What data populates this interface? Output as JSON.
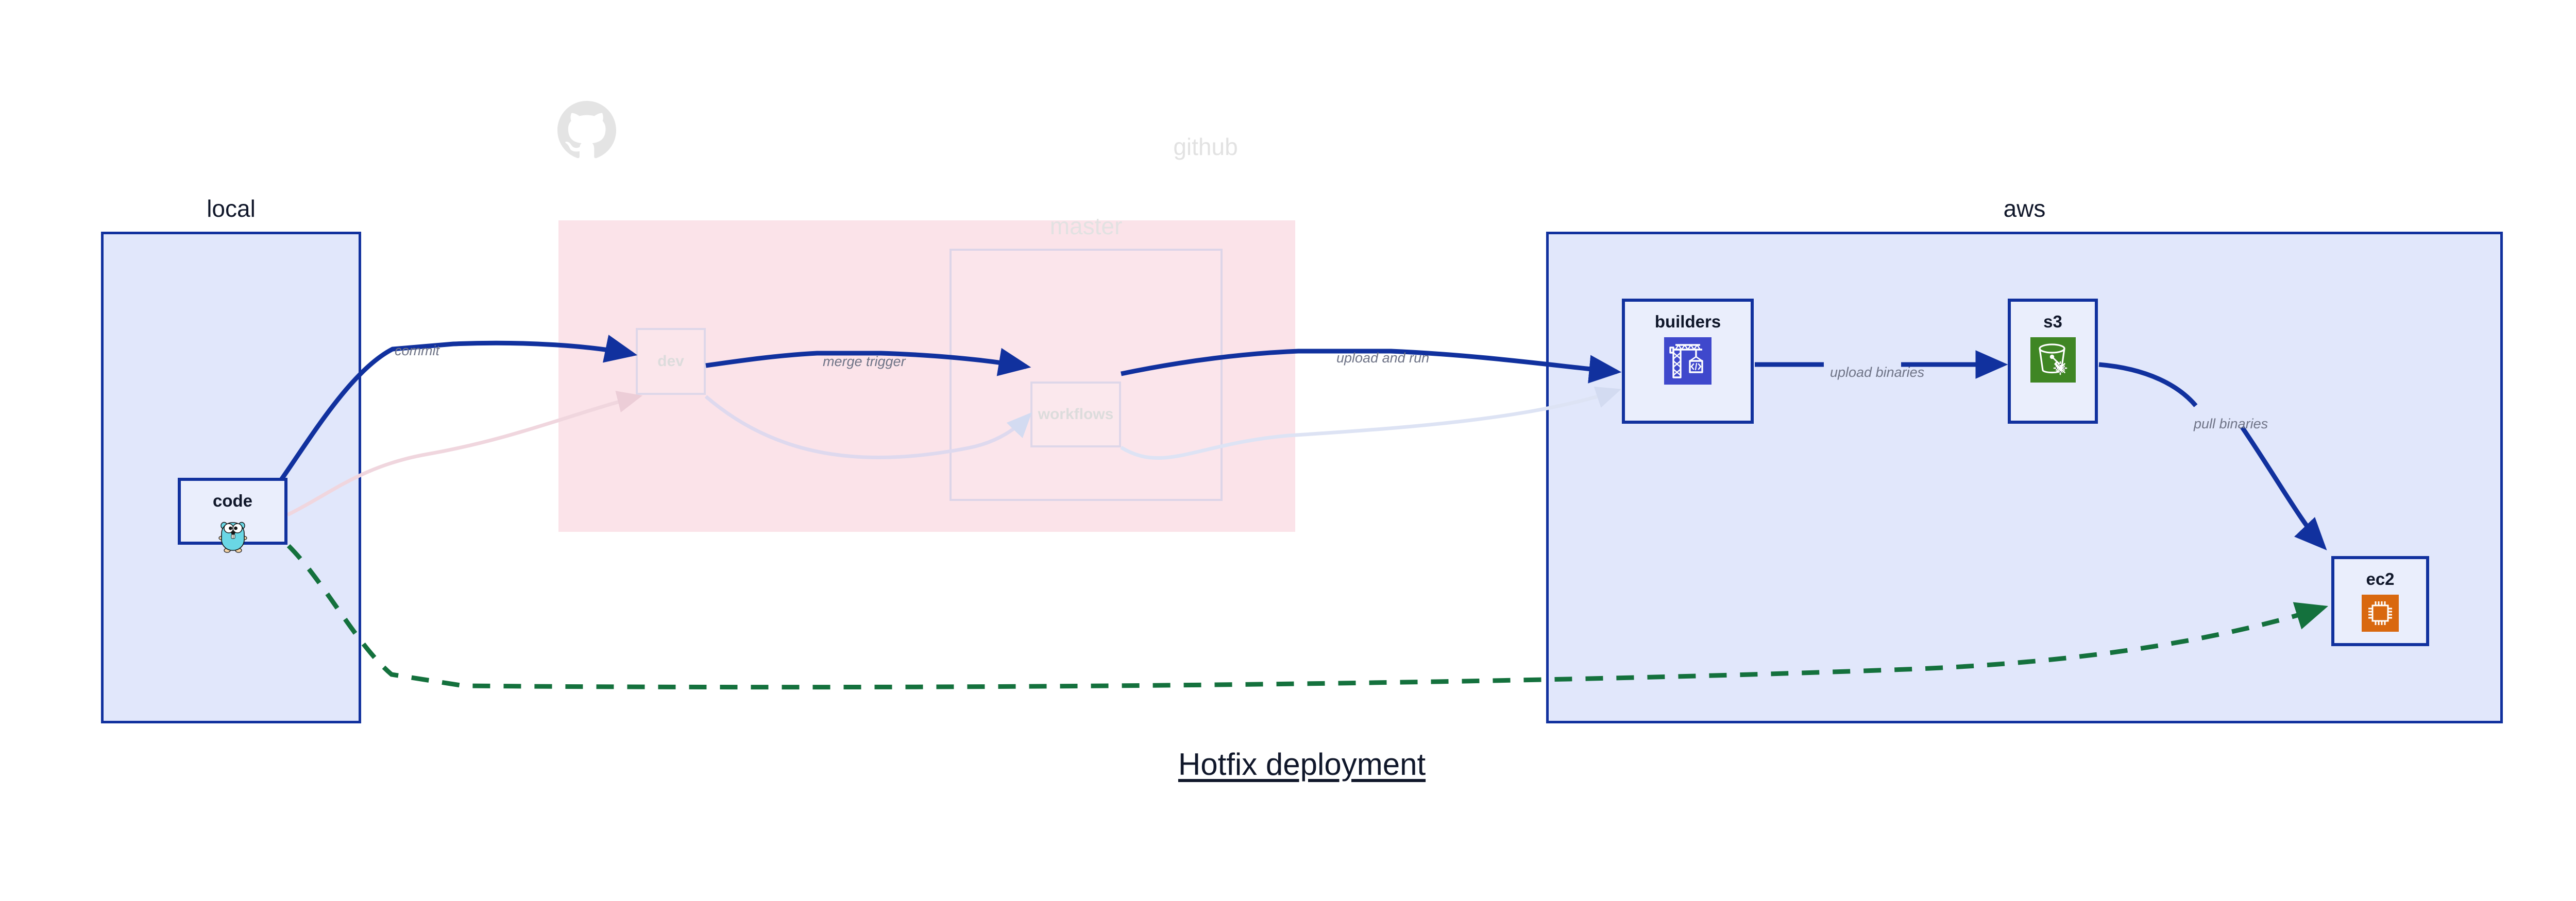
{
  "diagram": {
    "title": "Hotfix deployment",
    "type": "deployment-flow"
  },
  "groups": [
    {
      "id": "local",
      "label": "local",
      "fill": "#e1e7fb",
      "stroke": "#11319e",
      "faded": false
    },
    {
      "id": "github",
      "label": "github",
      "fill": "#fbe3e9",
      "stroke": "none",
      "faded": true
    },
    {
      "id": "master",
      "label": "master",
      "fill": "#fbe3e9",
      "stroke": "#ddd5e8",
      "faded": true
    },
    {
      "id": "aws",
      "label": "aws",
      "fill": "#e1e7fb",
      "stroke": "#11319e",
      "faded": false
    }
  ],
  "nodes": [
    {
      "id": "code",
      "label": "code",
      "icon": "go-gopher-icon",
      "group": "local",
      "faded": false
    },
    {
      "id": "dev",
      "label": "dev",
      "icon": "none",
      "group": "github",
      "faded": true
    },
    {
      "id": "workflows",
      "label": "workflows",
      "icon": "none",
      "group": "master",
      "faded": true
    },
    {
      "id": "builders",
      "label": "builders",
      "icon": "aws-codebuild-icon",
      "group": "aws",
      "faded": false
    },
    {
      "id": "s3",
      "label": "s3",
      "icon": "aws-s3-icon",
      "group": "aws",
      "faded": false
    },
    {
      "id": "ec2",
      "label": "ec2",
      "icon": "aws-ec2-icon",
      "group": "aws",
      "faded": false
    }
  ],
  "edges": [
    {
      "id": "commit",
      "label": "commit",
      "from": "code",
      "to": "dev",
      "style": "solid",
      "color": "#11319e",
      "faded": false
    },
    {
      "id": "merge-trigger",
      "label": "merge trigger",
      "from": "dev",
      "to": "workflows",
      "style": "solid",
      "color": "#11319e",
      "faded": false
    },
    {
      "id": "upload-run",
      "label": "upload and run",
      "from": "workflows",
      "to": "builders",
      "style": "solid",
      "color": "#11319e",
      "faded": false
    },
    {
      "id": "upload-bin",
      "label": "upload binaries",
      "from": "builders",
      "to": "s3",
      "style": "solid",
      "color": "#11319e",
      "faded": false
    },
    {
      "id": "pull-bin",
      "label": "pull binaries",
      "from": "s3",
      "to": "ec2",
      "style": "solid",
      "color": "#11319e",
      "faded": false
    },
    {
      "id": "hotfix",
      "label": "",
      "from": "code",
      "to": "ec2",
      "style": "dashed",
      "color": "#14713d",
      "faded": false
    },
    {
      "id": "ghost-a",
      "label": "",
      "from": "code",
      "to": "dev",
      "style": "solid",
      "color": "#e8c9d4",
      "faded": true
    },
    {
      "id": "ghost-b",
      "label": "",
      "from": "dev",
      "to": "workflows",
      "style": "solid",
      "color": "#d9d9ee",
      "faded": true
    },
    {
      "id": "ghost-c",
      "label": "",
      "from": "workflows",
      "to": "builders",
      "style": "solid",
      "color": "#d9e0f5",
      "faded": true
    }
  ],
  "colors": {
    "accent_blue": "#11319e",
    "group_blue_fill": "#e1e7fb",
    "group_pink_fill": "#fbe3e9",
    "node_fill": "#eaeefc",
    "dashed_green": "#14713d",
    "label_gray": "#6f7487",
    "text_dark": "#10172a",
    "faded_gray": "#e2e2e2",
    "aws_codebuild_purple": "#3f48cc",
    "aws_s3_green": "#3f8624",
    "aws_ec2_orange": "#d9680f",
    "gopher_cyan": "#6ad7e5"
  }
}
